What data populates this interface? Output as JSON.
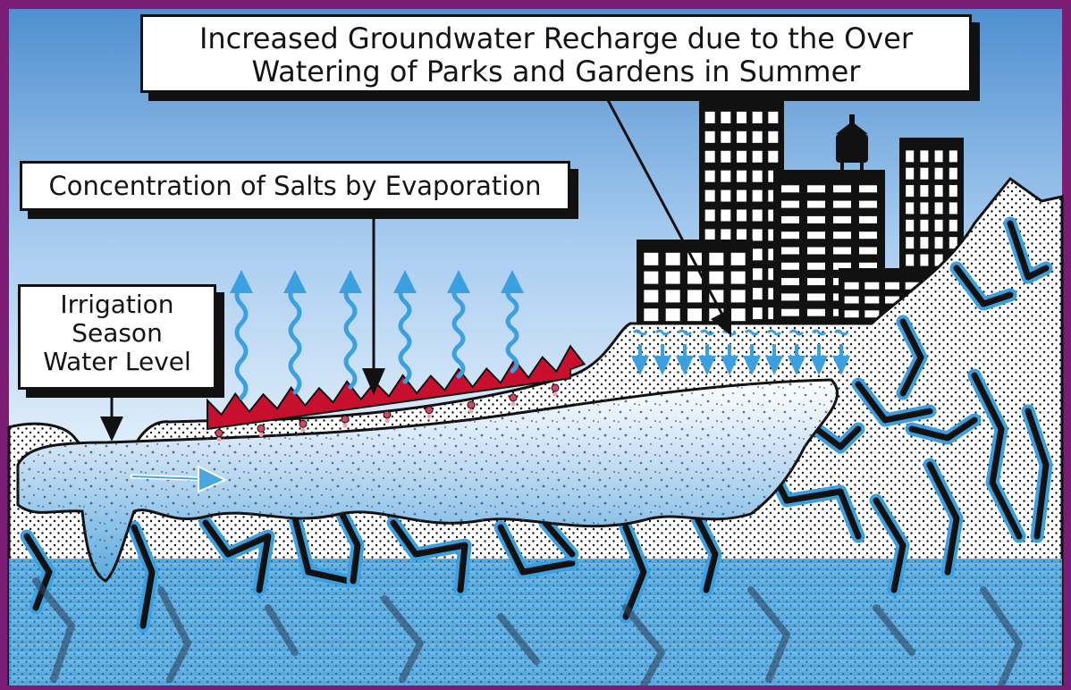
{
  "labels": {
    "recharge": {
      "line1": "Increased Groundwater Recharge due to the Over",
      "line2": "Watering of Parks and Gardens in Summer"
    },
    "salts": {
      "text": "Concentration of Salts by Evaporation"
    },
    "irrigation": {
      "line1": "Irrigation",
      "line2": "Season",
      "line3": "Water Level"
    }
  },
  "colors": {
    "frame": "#7b1d74",
    "sky_top": "#4f8fd0",
    "sky_bottom": "#ffffff",
    "water": "#5aa9df",
    "groundwater": "#3c9ad8",
    "salt": "#c8102e",
    "ink": "#111111",
    "fracture_blue": "#3aa0e0"
  },
  "icons": [
    "evaporation-arrow-icon",
    "recharge-arrow-icon",
    "flow-arrow-icon",
    "pointer-arrow-icon"
  ]
}
